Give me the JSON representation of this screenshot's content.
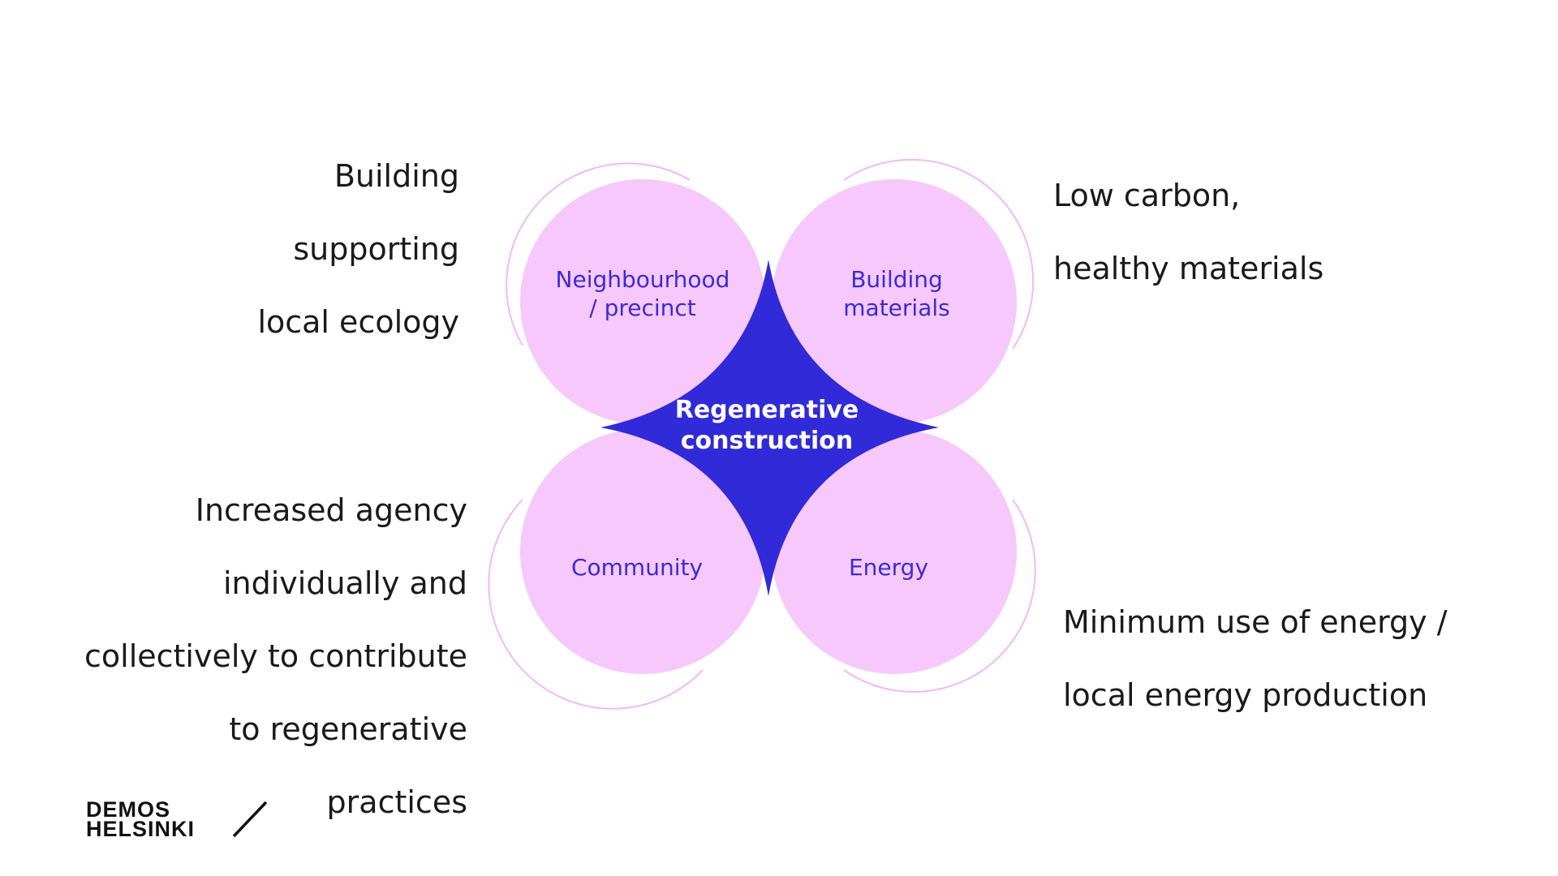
{
  "center": {
    "label_line1": "Regenerative",
    "label_line2": "construction"
  },
  "circles": {
    "neighbourhood": {
      "line1": "Neighbourhood",
      "line2": "/ precinct"
    },
    "materials": {
      "line1": "Building",
      "line2": "materials"
    },
    "community": {
      "line1": "Community"
    },
    "energy": {
      "line1": "Energy"
    }
  },
  "side_texts": {
    "ecology": [
      "Building",
      "supporting",
      "local ecology"
    ],
    "materials": [
      "Low carbon,",
      "healthy materials"
    ],
    "agency": [
      "Increased agency",
      "individually and",
      "collectively to contribute",
      "to regenerative",
      "practices"
    ],
    "energy": [
      "Minimum use of energy /",
      "local energy production"
    ]
  },
  "logo": {
    "line1": "DEMOS",
    "line2": "HELSINKI"
  },
  "colors": {
    "circle_fill": "#f7c8fb",
    "circle_outline": "#f3b8f6",
    "star_fill": "#312ad9",
    "label_text": "#3b2bd6",
    "body_text": "#1a1a1a"
  }
}
